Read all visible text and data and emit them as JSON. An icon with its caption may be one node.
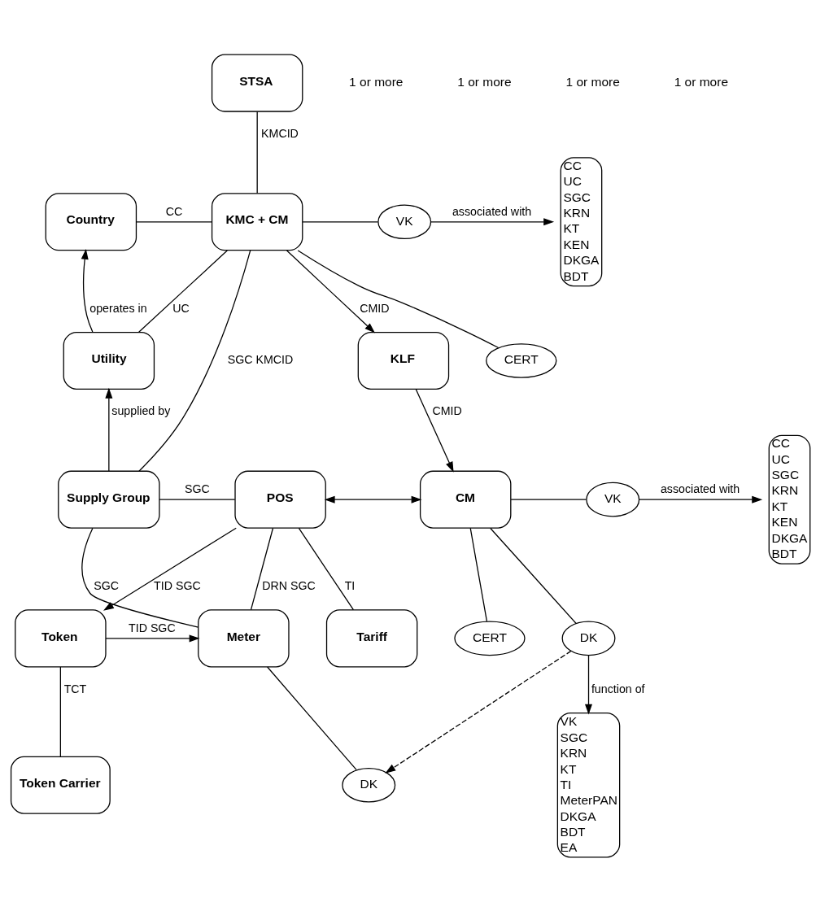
{
  "diagram": {
    "nodes": [
      {
        "text": [
          "STSA"
        ]
      },
      {
        "text": [
          "Country"
        ]
      },
      {
        "text": [
          "KMC + CM"
        ]
      },
      {
        "text": [
          "VK"
        ]
      },
      {
        "text": [
          "CERT"
        ]
      },
      {
        "text": [
          "CC",
          "UC",
          "SGC",
          "KRN",
          "KT",
          "KEN",
          "DKGA",
          "BDT"
        ]
      },
      {
        "text": [
          "Utility"
        ]
      },
      {
        "text": [
          "KLF"
        ]
      },
      {
        "text": [
          "Supply Group"
        ]
      },
      {
        "text": [
          "POS"
        ]
      },
      {
        "text": [
          "CERT"
        ]
      },
      {
        "text": [
          "CM"
        ]
      },
      {
        "text": [
          "VK"
        ]
      },
      {
        "text": [
          "CC",
          "UC",
          "SGC",
          "KRN",
          "KT",
          "KEN",
          "DKGA",
          "BDT"
        ]
      },
      {
        "text": [
          "DK"
        ]
      },
      {
        "text": [
          "Meter"
        ]
      },
      {
        "text": [
          "Token"
        ]
      },
      {
        "text": [
          "Tariff"
        ]
      },
      {
        "text": [
          "VK",
          "SGC",
          "KRN",
          "KT",
          "TI",
          "MeterPAN",
          "DKGA",
          "BDT",
          "EA"
        ]
      },
      {
        "text": [
          "Token Carrier"
        ]
      },
      {
        "text": [
          "DK"
        ]
      }
    ],
    "edges": [
      {
        "from": 0,
        "to": 2,
        "arrow": "none",
        "label": "KMCID"
      },
      {
        "from": 1,
        "to": 2,
        "arrow": "none",
        "label": "CC"
      },
      {
        "from": 2,
        "to": 3,
        "arrow": "none"
      },
      {
        "from": 3,
        "to": 5,
        "arrow": "to",
        "label": "associated with"
      },
      {
        "from": 2,
        "to": 4,
        "arrow": "none"
      },
      {
        "from": 6,
        "to": 1,
        "arrow": "to",
        "label": "operates in"
      },
      {
        "from": 6,
        "to": 2,
        "arrow": "none",
        "label": "UC"
      },
      {
        "from": 2,
        "to": 7,
        "arrow": "to",
        "label": "CMID"
      },
      {
        "from": 8,
        "to": 6,
        "arrow": "to",
        "label": "supplied by"
      },
      {
        "from": 8,
        "to": 2,
        "arrow": "none",
        "label": "SGC KMCID"
      },
      {
        "from": 7,
        "to": 11,
        "arrow": "to",
        "label": "CMID"
      },
      {
        "from": 11,
        "to": 10,
        "arrow": "none"
      },
      {
        "from": 8,
        "to": 9,
        "arrow": "none",
        "label": "SGC"
      },
      {
        "from": 9,
        "to": 11,
        "arrow": "both"
      },
      {
        "from": 11,
        "to": 12,
        "arrow": "none"
      },
      {
        "from": 12,
        "to": 13,
        "arrow": "to",
        "label": "associated with"
      },
      {
        "from": 11,
        "to": 14,
        "arrow": "none"
      },
      {
        "from": 14,
        "to": 18,
        "arrow": "to",
        "label": "function of"
      },
      {
        "from": 8,
        "to": 15,
        "arrow": "none",
        "label": "SGC"
      },
      {
        "from": 9,
        "to": 15,
        "arrow": "none",
        "label": "DRN SGC"
      },
      {
        "from": 9,
        "to": 16,
        "arrow": "to",
        "label": "TID SGC"
      },
      {
        "from": 9,
        "to": 17,
        "arrow": "none",
        "label": "TI"
      },
      {
        "from": 16,
        "to": 15,
        "arrow": "to",
        "label": "TID SGC"
      },
      {
        "from": 16,
        "to": 19,
        "arrow": "none",
        "label": "TCT"
      },
      {
        "from": 15,
        "to": 20,
        "arrow": "none"
      },
      {
        "from": 14,
        "to": 20,
        "arrow": "to",
        "style": "dashed"
      }
    ],
    "labels": [
      "1 or more",
      "1 or more",
      "1 or more",
      "1 or more"
    ]
  }
}
